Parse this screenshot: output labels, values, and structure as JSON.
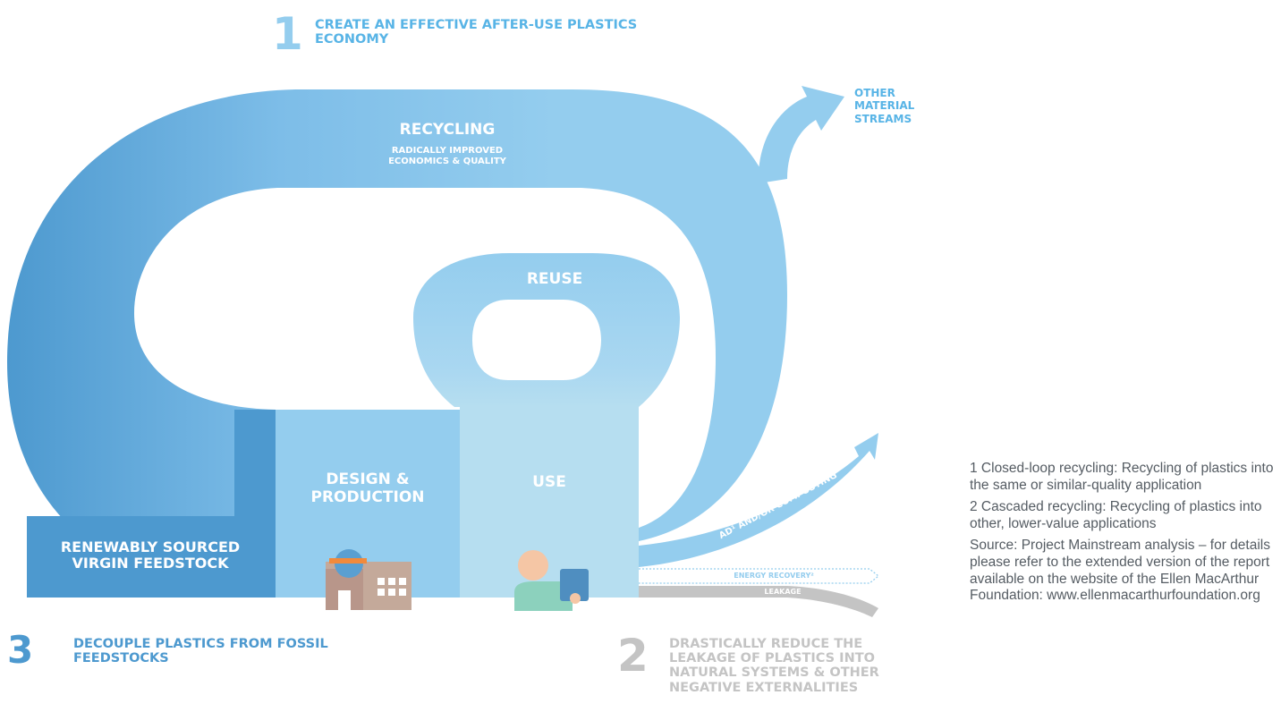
{
  "colors": {
    "light_blue": "#94cdee",
    "mid_blue": "#6db3e3",
    "dark_blue": "#4d99cf",
    "pale_blue": "#b6def0",
    "heading_blue": "#58b4e6",
    "grey": "#c4c4c4",
    "note_text": "#555c63"
  },
  "objectives": {
    "one": {
      "number": "1",
      "text": "CREATE AN EFFECTIVE AFTER-USE PLASTICS ECONOMY"
    },
    "two": {
      "number": "2",
      "text": "DRASTICALLY REDUCE THE LEAKAGE OF PLASTICS INTO NATURAL SYSTEMS & OTHER NEGATIVE EXTERNALITIES"
    },
    "three": {
      "number": "3",
      "text": "DECOUPLE PLASTICS FROM FOSSIL FEEDSTOCKS"
    }
  },
  "loops": {
    "recycling_title": "RECYCLING",
    "recycling_subtitle": "RADICALLY IMPROVED ECONOMICS & QUALITY",
    "reuse": "REUSE",
    "other_streams": "OTHER MATERIAL STREAMS"
  },
  "stages": {
    "feedstock": "RENEWABLY SOURCED VIRGIN FEEDSTOCK",
    "design": "DESIGN & PRODUCTION",
    "use": "USE"
  },
  "outflows": {
    "composting": "AD¹ AND/OR COMPOSTING",
    "energy": "ENERGY RECOVERY²",
    "leakage": "LEAKAGE"
  },
  "icons": {
    "factory": "factory-icon",
    "person": "person-with-device-icon"
  },
  "notes": {
    "note1": "1 Closed-loop recycling: Recycling of plastics into the same or similar-quality application",
    "note2": "2 Cascaded recycling: Recycling of plastics into other, lower-value applications",
    "source": "Source: Project Mainstream analysis – for details please refer to the extended version of the report available on the website of the Ellen MacArthur Foundation: www.ellenmacarthurfoundation.org"
  }
}
